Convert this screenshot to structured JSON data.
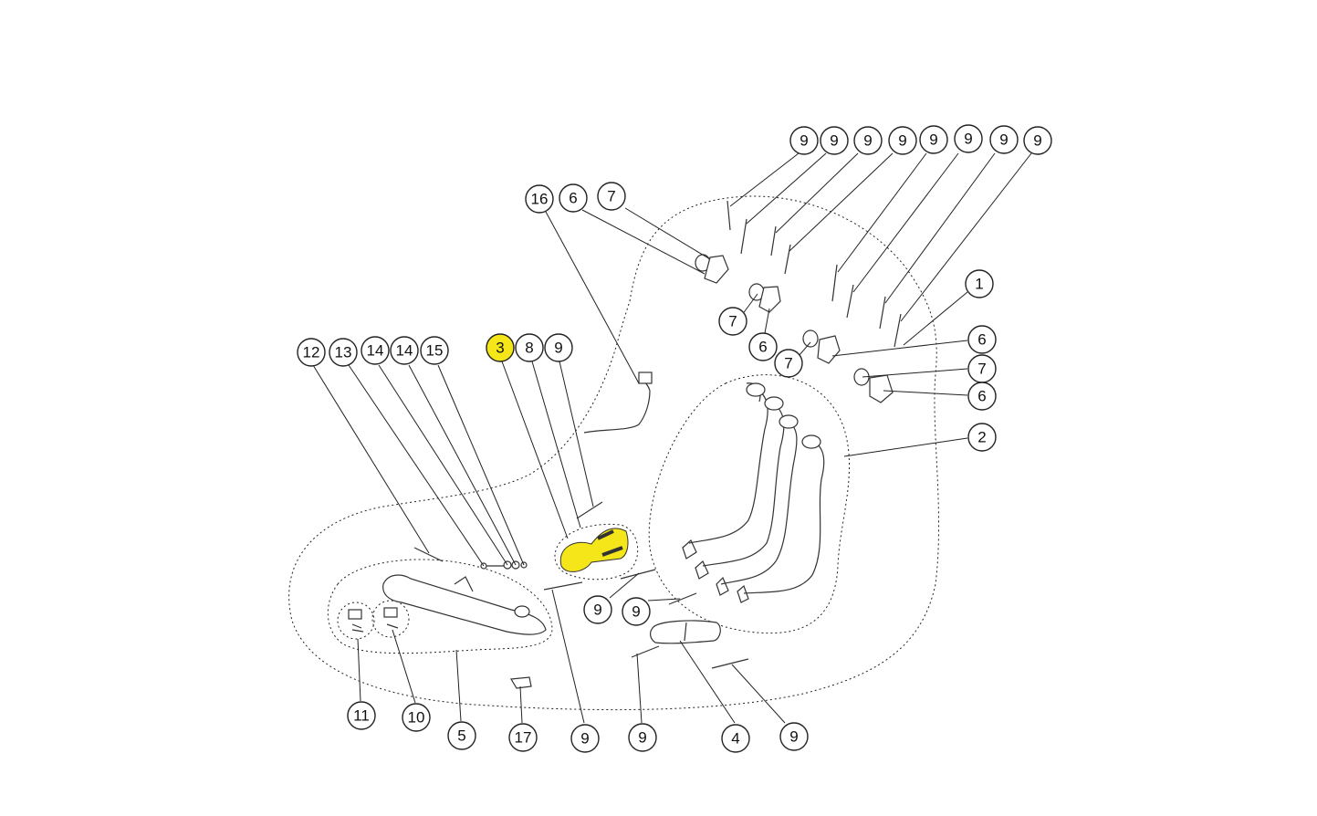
{
  "diagram": {
    "highlight_color": "#f5e61a",
    "labels": [
      {
        "id": "lbl-9a",
        "text": "9"
      },
      {
        "id": "lbl-9b",
        "text": "9"
      },
      {
        "id": "lbl-9c",
        "text": "9"
      },
      {
        "id": "lbl-9d",
        "text": "9"
      },
      {
        "id": "lbl-9e",
        "text": "9"
      },
      {
        "id": "lbl-9f",
        "text": "9"
      },
      {
        "id": "lbl-9g",
        "text": "9"
      },
      {
        "id": "lbl-9h",
        "text": "9"
      },
      {
        "id": "lbl-16",
        "text": "16"
      },
      {
        "id": "lbl-6a",
        "text": "6"
      },
      {
        "id": "lbl-7a",
        "text": "7"
      },
      {
        "id": "lbl-1",
        "text": "1"
      },
      {
        "id": "lbl-7b",
        "text": "7"
      },
      {
        "id": "lbl-6b",
        "text": "6"
      },
      {
        "id": "lbl-6c",
        "text": "6"
      },
      {
        "id": "lbl-7c",
        "text": "7"
      },
      {
        "id": "lbl-7d",
        "text": "7"
      },
      {
        "id": "lbl-6d",
        "text": "6"
      },
      {
        "id": "lbl-12",
        "text": "12"
      },
      {
        "id": "lbl-13",
        "text": "13"
      },
      {
        "id": "lbl-14a",
        "text": "14"
      },
      {
        "id": "lbl-14b",
        "text": "14"
      },
      {
        "id": "lbl-15",
        "text": "15"
      },
      {
        "id": "lbl-3",
        "text": "3"
      },
      {
        "id": "lbl-8",
        "text": "8"
      },
      {
        "id": "lbl-9i",
        "text": "9"
      },
      {
        "id": "lbl-2",
        "text": "2"
      },
      {
        "id": "lbl-9j",
        "text": "9"
      },
      {
        "id": "lbl-9k",
        "text": "9"
      },
      {
        "id": "lbl-11",
        "text": "11"
      },
      {
        "id": "lbl-10",
        "text": "10"
      },
      {
        "id": "lbl-5",
        "text": "5"
      },
      {
        "id": "lbl-17",
        "text": "17"
      },
      {
        "id": "lbl-9l",
        "text": "9"
      },
      {
        "id": "lbl-9m",
        "text": "9"
      },
      {
        "id": "lbl-4",
        "text": "4"
      },
      {
        "id": "lbl-9n",
        "text": "9"
      }
    ]
  }
}
